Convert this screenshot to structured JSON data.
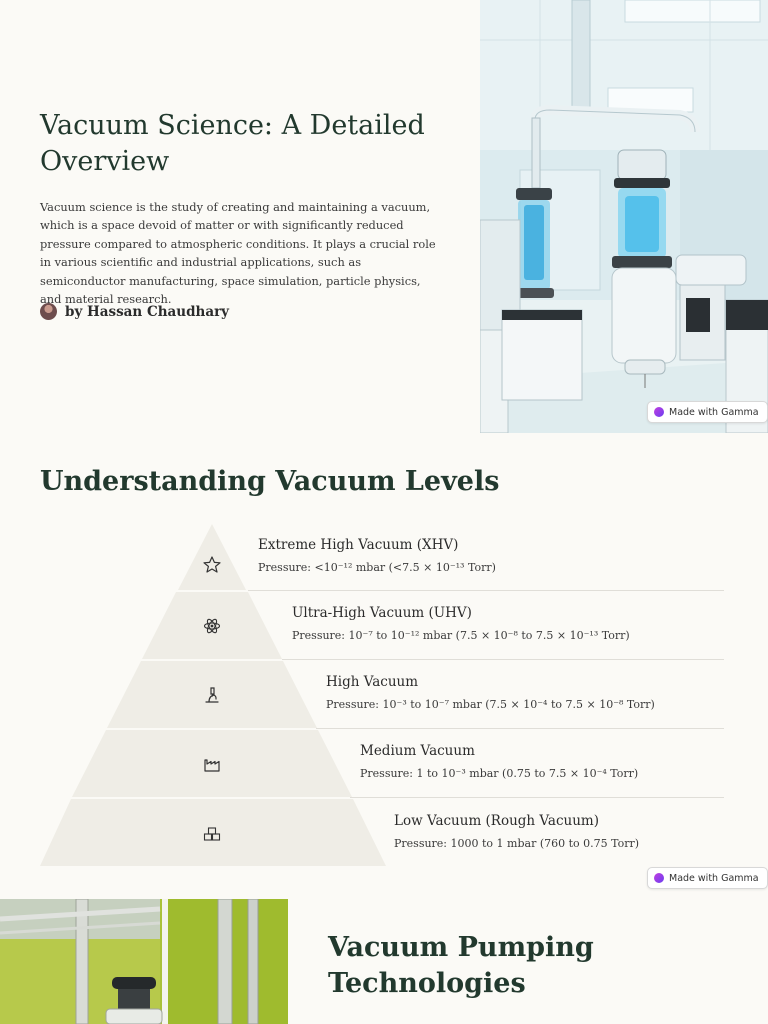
{
  "hero": {
    "title": "Vacuum Science: A Detailed Overview",
    "intro": "Vacuum science is the study of creating and maintaining a vacuum, which is a space devoid of matter or with significantly reduced pressure compared to atmospheric conditions. It plays a crucial role in various scientific and industrial applications, such as semiconductor manufacturing, space simulation, particle physics, and material research.",
    "author": "by Hassan Chaudhary",
    "badge": "Made with Gamma"
  },
  "levels_section": {
    "title": "Understanding Vacuum Levels",
    "badge": "Made with Gamma",
    "levels": [
      {
        "name": "Extreme High Vacuum (XHV)",
        "pressure": "Pressure: <10⁻¹² mbar (<7.5 × 10⁻¹³ Torr)",
        "icon": "star-icon"
      },
      {
        "name": "Ultra-High Vacuum (UHV)",
        "pressure": "Pressure: 10⁻⁷ to 10⁻¹² mbar (7.5 × 10⁻⁸ to 7.5 × 10⁻¹³ Torr)",
        "icon": "atom-icon"
      },
      {
        "name": "High Vacuum",
        "pressure": "Pressure: 10⁻³ to 10⁻⁷ mbar (7.5 × 10⁻⁴ to 7.5 × 10⁻⁸ Torr)",
        "icon": "microscope-icon"
      },
      {
        "name": "Medium Vacuum",
        "pressure": "Pressure: 1 to 10⁻³ mbar (0.75 to 7.5 × 10⁻⁴ Torr)",
        "icon": "factory-icon"
      },
      {
        "name": "Low Vacuum (Rough Vacuum)",
        "pressure": "Pressure: 1000 to 1 mbar (760 to 0.75 Torr)",
        "icon": "boxes-icon"
      }
    ]
  },
  "pumping_section": {
    "title": "Vacuum Pumping Technologies"
  },
  "colors": {
    "background": "#fbfaf6",
    "heading": "#22392e",
    "pyramid": "#efede6"
  }
}
